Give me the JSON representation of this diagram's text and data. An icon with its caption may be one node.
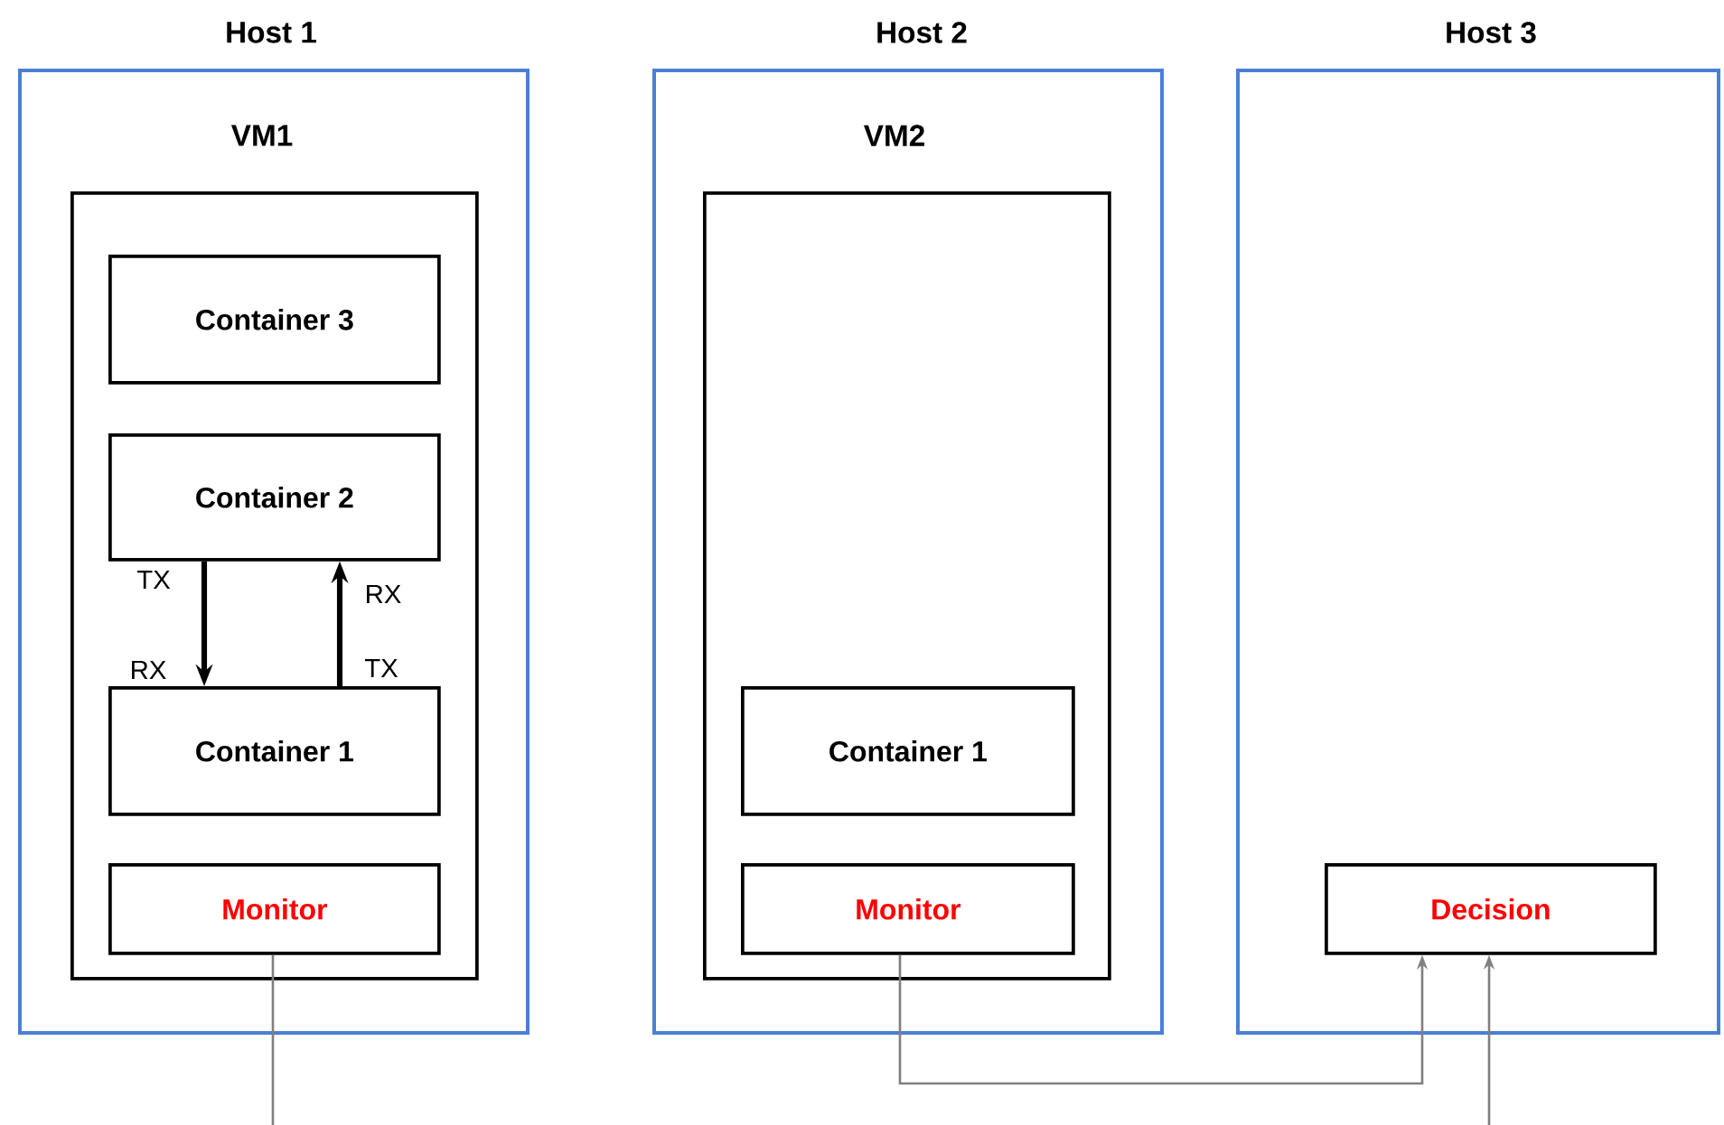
{
  "diagram": {
    "nodes": [
      {
        "text": [
          "Host 1"
        ]
      },
      {
        "text": [
          "VM1"
        ],
        "in": 0
      },
      {
        "text": [
          "Container 3"
        ],
        "in": 1
      },
      {
        "text": [
          "Container 2"
        ],
        "in": 1
      },
      {
        "text": [
          "Container 1"
        ],
        "in": 1
      },
      {
        "text": [
          "Monitor"
        ],
        "in": 1
      },
      {
        "text": [
          "Host 2"
        ]
      },
      {
        "text": [
          "VM2"
        ],
        "in": 6
      },
      {
        "text": [
          "Container 1"
        ],
        "in": 7
      },
      {
        "text": [
          "Monitor"
        ],
        "in": 7
      },
      {
        "text": [
          "Host 3"
        ]
      },
      {
        "text": [
          "Decision"
        ],
        "in": 10
      }
    ],
    "edges": [
      {
        "from": 3,
        "to": 4,
        "arrow": "to",
        "style": "thick",
        "color": "#000000"
      },
      {
        "from": 4,
        "to": 3,
        "arrow": "to",
        "style": "thick",
        "color": "#000000"
      },
      {
        "from": 5,
        "to": null,
        "arrow": "none",
        "color": "#808080"
      },
      {
        "from": 9,
        "to": 11,
        "arrow": "to",
        "color": "#808080"
      },
      {
        "from": null,
        "to": 11,
        "arrow": "to",
        "color": "#808080"
      }
    ],
    "labels": [
      "TX",
      "RX",
      "RX",
      "TX"
    ]
  }
}
